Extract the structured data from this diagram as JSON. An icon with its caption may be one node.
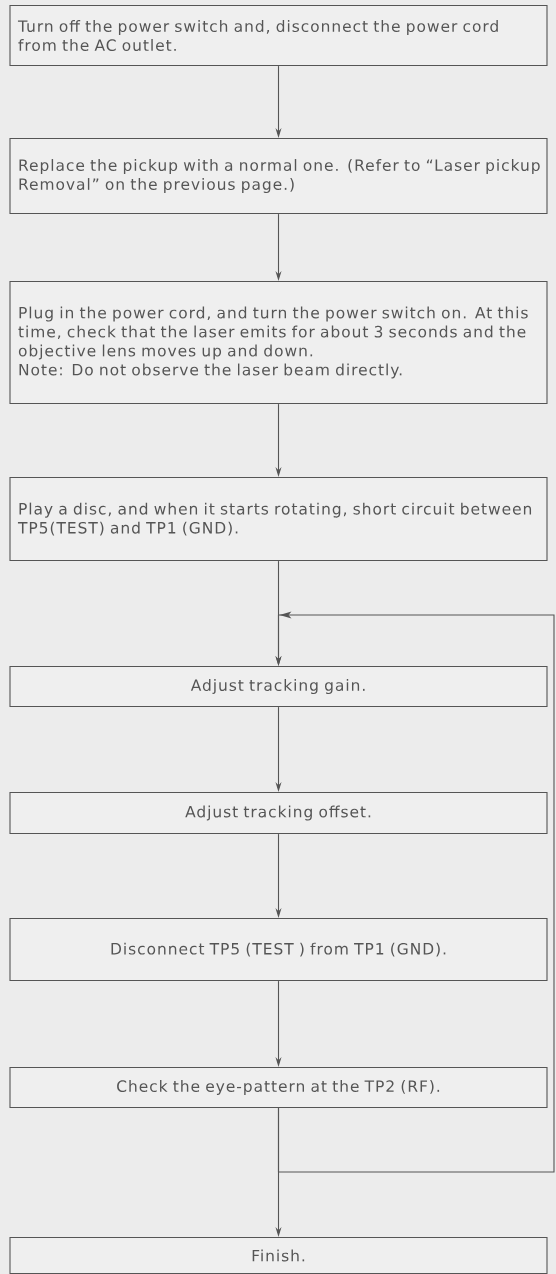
{
  "diagram": {
    "nodes": [
      {
        "text": [
          "Turn off the power switch and, disconnect the power cord from the AC outlet."
        ]
      },
      {
        "text": [
          "Replace the pickup with a normal one. (Refer to “Laser pickup Removal” on the previous page.)"
        ]
      },
      {
        "text": [
          "Plug in the power cord, and turn the power switch on. At this time, check that the laser emits for about 3 seconds and the objective lens moves up and down.",
          "Note: Do not observe the laser beam directly."
        ]
      },
      {
        "text": [
          "Play a disc, and when it starts rotating, short circuit between TP5(TEST) and TP1 (GND)."
        ]
      },
      {
        "text": [
          "Adjust tracking gain."
        ]
      },
      {
        "text": [
          "Adjust tracking offset."
        ]
      },
      {
        "text": [
          "Disconnect TP5 (TEST ) from TP1 (GND)."
        ]
      },
      {
        "text": [
          "Check the eye-pattern at the TP2 (RF)."
        ]
      },
      {
        "text": [
          "Finish."
        ]
      }
    ],
    "edges": [
      {
        "from": 0,
        "to": 1,
        "arrow": "to"
      },
      {
        "from": 1,
        "to": 2,
        "arrow": "to"
      },
      {
        "from": 2,
        "to": 3,
        "arrow": "to"
      },
      {
        "from": 3,
        "to": 4,
        "arrow": "to"
      },
      {
        "from": 4,
        "to": 5,
        "arrow": "to"
      },
      {
        "from": 5,
        "to": 6,
        "arrow": "to"
      },
      {
        "from": 6,
        "to": 7,
        "arrow": "to"
      },
      {
        "from": 7,
        "to": 8,
        "arrow": "to"
      },
      {
        "from": 7,
        "to": 4,
        "arrow": "to"
      }
    ]
  }
}
